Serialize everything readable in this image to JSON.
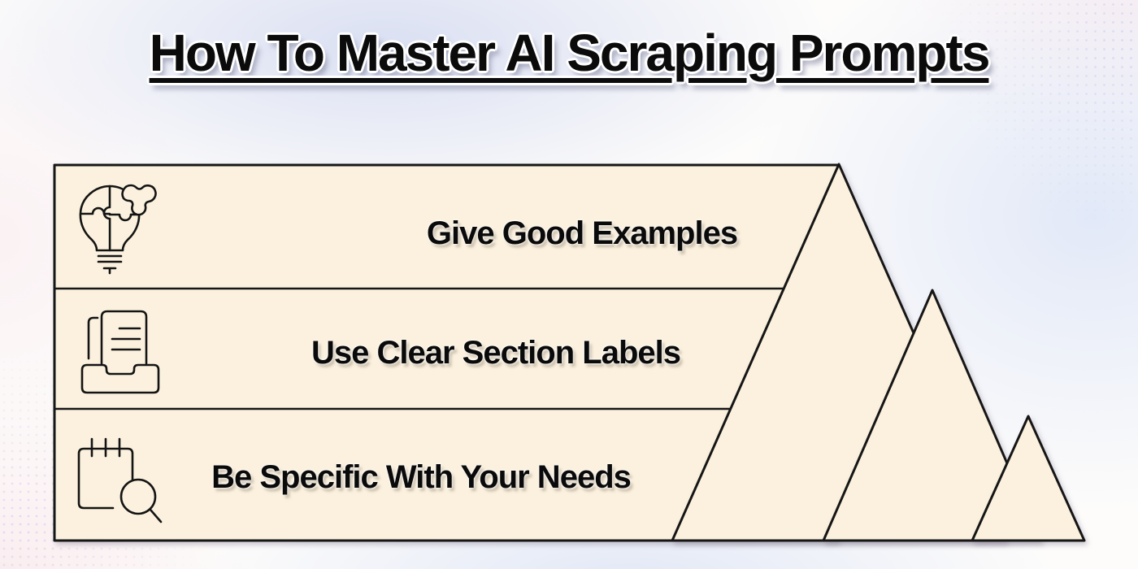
{
  "header": {
    "title": "How To Master AI Scraping Prompts"
  },
  "pyramid": {
    "rows": [
      {
        "label": "Give Good Examples",
        "icon": "puzzle-lightbulb-globe-icon"
      },
      {
        "label": "Use Clear Section Labels",
        "icon": "document-inbox-icon"
      },
      {
        "label": "Be Specific With Your Needs",
        "icon": "notepad-magnifier-icon"
      }
    ],
    "triangle_count": 3
  },
  "colors": {
    "panel_fill": "#FBF1DE",
    "stroke": "#141414",
    "background_blue_tint": "#E8ECF6",
    "background_pink_tint": "#FBF2F2",
    "shadow": "#8B8596"
  }
}
